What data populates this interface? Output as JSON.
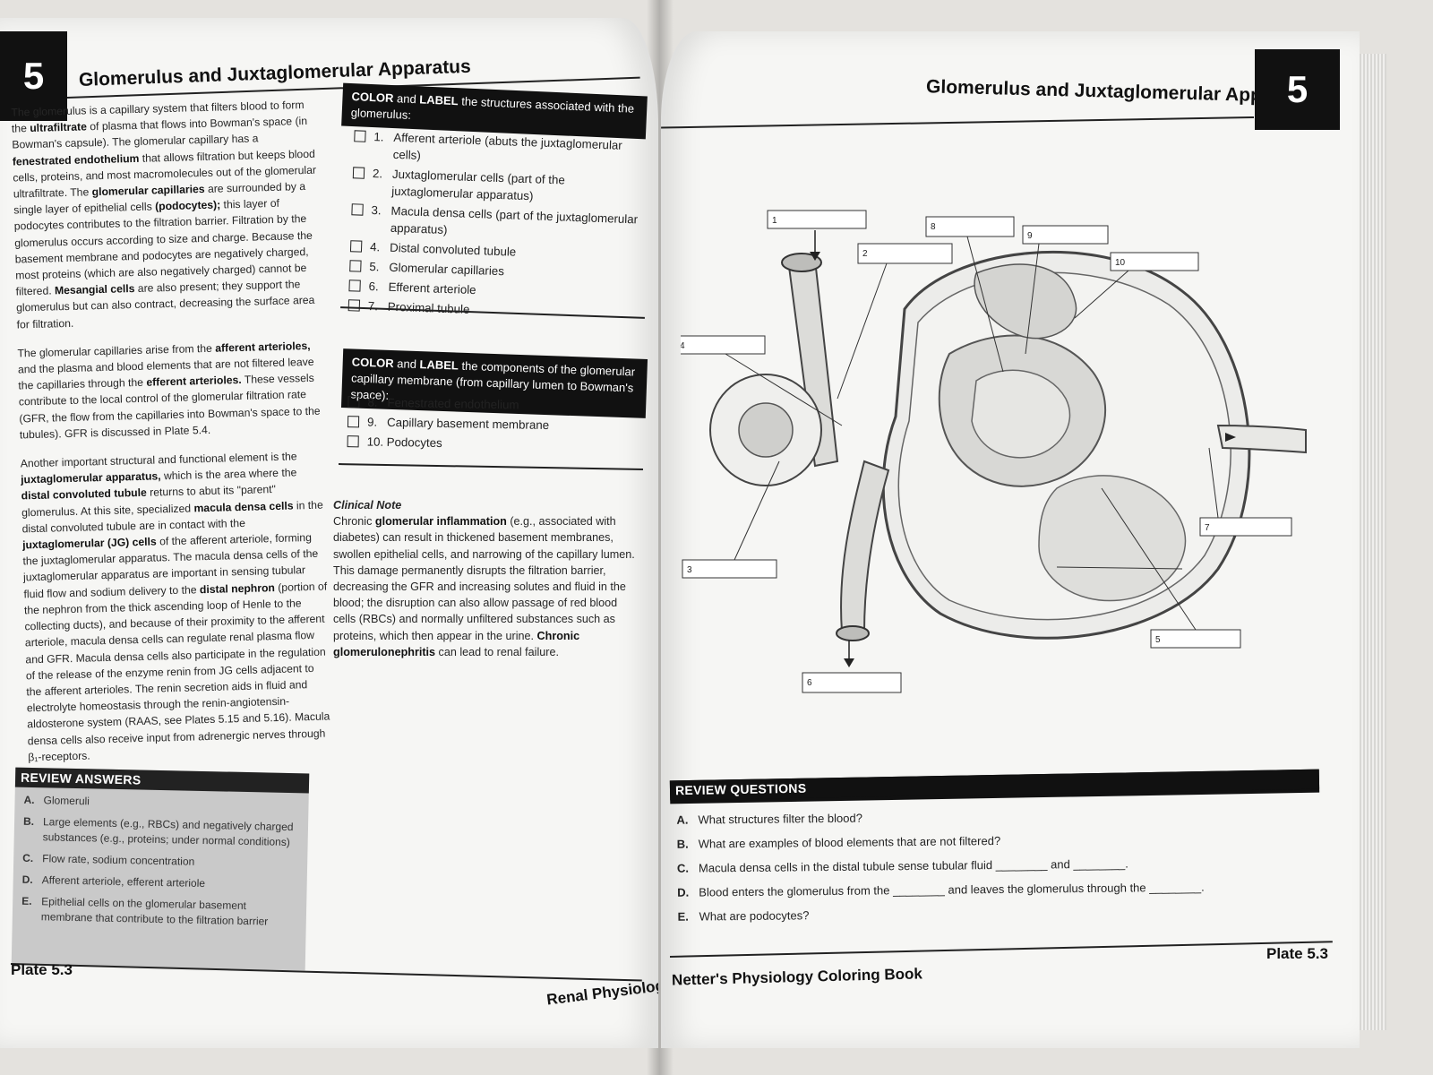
{
  "left": {
    "chapter_number": "5",
    "chapter_title": "Glomerulus and Juxtaglomerular Apparatus",
    "intro_paragraphs": [
      "The glomerulus is a capillary system that filters blood to form the <b>ultrafiltrate</b> of plasma that flows into Bowman's space (in Bowman's capsule). The glomerular capillary has a <b>fenestrated endothelium</b> that allows filtration but keeps blood cells, proteins, and most macromolecules out of the glomerular ultrafiltrate. The <b>glomerular capillaries</b> are surrounded by a single layer of epithelial cells <b>(podocytes);</b> this layer of podocytes contributes to the filtration barrier. Filtration by the glomerulus occurs according to size and charge. Because the basement membrane and podocytes are negatively charged, most proteins (which are also negatively charged) cannot be filtered. <b>Mesangial cells</b> are also present; they support the glomerulus but can also contract, decreasing the surface area for filtration.",
      "The glomerular capillaries arise from the <b>afferent arterioles,</b> and the plasma and blood elements that are not filtered leave the capillaries through the <b>efferent arterioles.</b> These vessels contribute to the local control of the glomerular filtration rate (GFR, the flow from the capillaries into Bowman's space to the tubules). GFR is discussed in Plate 5.4.",
      "Another important structural and functional element is the <b>juxtaglomerular apparatus,</b> which is the area where the <b>distal convoluted tubule</b> returns to abut its \"parent\" glomerulus. At this site, specialized <b>macula densa cells</b> in the distal convoluted tubule are in contact with the <b>juxtaglomerular (JG) cells</b> of the afferent arteriole, forming the juxtaglomerular apparatus. The macula densa cells of the juxtaglomerular apparatus are important in sensing tubular fluid flow and sodium delivery to the <b>distal nephron</b> (portion of the nephron from the thick ascending loop of Henle to the collecting ducts), and because of their proximity to the afferent arteriole, macula densa cells can regulate renal plasma flow and GFR. Macula densa cells also participate in the regulation of the release of the enzyme renin from JG cells adjacent to the afferent arterioles. The renin secretion aids in fluid and electrolyte homeostasis through the renin-angiotensin-aldosterone system (RAAS, see Plates 5.15 and 5.16). Macula densa cells also receive input from adrenergic nerves through β₁-receptors."
    ],
    "color_label_1": "<b>COLOR</b> and <b>LABEL</b> the structures associated with the glomerulus:",
    "structures": [
      {
        "num": "1.",
        "text": "Afferent arteriole (abuts the juxtaglomerular cells)"
      },
      {
        "num": "2.",
        "text": "Juxtaglomerular cells (part of the juxtaglomerular apparatus)"
      },
      {
        "num": "3.",
        "text": "Macula densa cells (part of the juxtaglomerular apparatus)"
      },
      {
        "num": "4.",
        "text": "Distal convoluted tubule"
      },
      {
        "num": "5.",
        "text": "Glomerular capillaries"
      },
      {
        "num": "6.",
        "text": "Efferent arteriole"
      },
      {
        "num": "7.",
        "text": "Proximal tubule"
      }
    ],
    "color_label_2": "<b>COLOR</b> and <b>LABEL</b> the components of the glomerular capillary membrane (from capillary lumen to Bowman's space):",
    "components": [
      {
        "num": "8.",
        "text": "Fenestrated endothelium"
      },
      {
        "num": "9.",
        "text": "Capillary basement membrane"
      },
      {
        "num": "10.",
        "text": "Podocytes"
      }
    ],
    "clinical_note_title": "Clinical Note",
    "clinical_note_text": "Chronic <b>glomerular inflammation</b> (e.g., associated with diabetes) can result in thickened basement membranes, swollen epithelial cells, and narrowing of the capillary lumen. This damage permanently disrupts the filtration barrier, decreasing the GFR and increasing solutes and fluid in the blood; the disruption can also allow passage of red blood cells (RBCs) and normally unfiltered substances such as proteins, which then appear in the urine. <b>Chronic glomerulonephritis</b> can lead to renal failure.",
    "review_answers_title": "REVIEW ANSWERS",
    "review_answers": [
      {
        "letter": "A.",
        "text": "Glomeruli"
      },
      {
        "letter": "B.",
        "text": "Large elements (e.g., RBCs) and negatively charged substances (e.g., proteins; under normal conditions)"
      },
      {
        "letter": "C.",
        "text": "Flow rate, sodium concentration"
      },
      {
        "letter": "D.",
        "text": "Afferent arteriole, efferent arteriole"
      },
      {
        "letter": "E.",
        "text": "Epithelial cells on the glomerular basement membrane that contribute to the filtration barrier"
      }
    ],
    "plate": "Plate 5.3",
    "footer_section": "Renal Physiology"
  },
  "right": {
    "chapter_number": "5",
    "chapter_title": "Glomerulus and Juxtaglomerular Apparatus",
    "diagram_labels": [
      "1",
      "2",
      "3",
      "4",
      "5",
      "6",
      "7",
      "8",
      "9",
      "10"
    ],
    "review_questions_title": "REVIEW QUESTIONS",
    "review_questions": [
      {
        "letter": "A.",
        "text": "What structures filter the blood?"
      },
      {
        "letter": "B.",
        "text": "What are examples of blood elements that are not filtered?"
      },
      {
        "letter": "C.",
        "text": "Macula densa cells in the distal tubule sense tubular fluid ________ and ________."
      },
      {
        "letter": "D.",
        "text": "Blood enters the glomerulus from the ________ and leaves the glomerulus through the ________."
      },
      {
        "letter": "E.",
        "text": "What are podocytes?"
      }
    ],
    "book_title": "Netter's Physiology Coloring Book",
    "plate": "Plate 5.3"
  }
}
